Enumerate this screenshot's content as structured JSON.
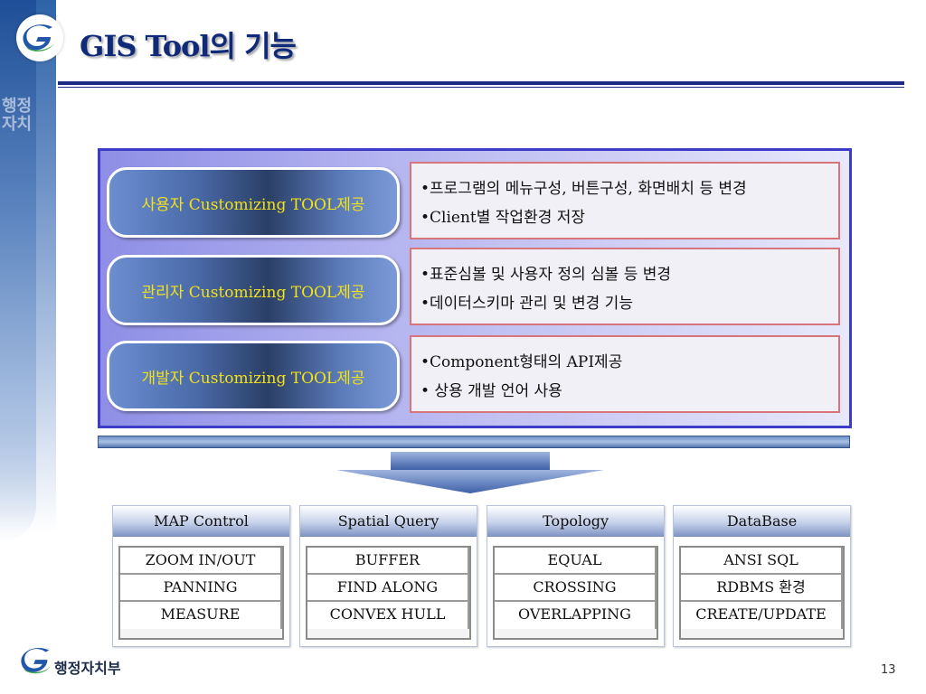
{
  "title": "GIS Tool의 기능",
  "left_watermark": "행정자치",
  "pills": [
    {
      "label": "사용자 Customizing TOOL제공"
    },
    {
      "label": "관리자 Customizing TOOL제공"
    },
    {
      "label": "개발자 Customizing TOOL제공"
    }
  ],
  "descriptions": [
    {
      "line1": "•프로그램의 메뉴구성, 버튼구성, 화면배치 등 변경",
      "line2": "•Client별 작업환경 저장"
    },
    {
      "line1": "•표준심볼 및 사용자 정의 심볼 등 변경",
      "line2": "•데이터스키마 관리 및 변경 기능"
    },
    {
      "line1": "•Component형태의 API제공",
      "line2": "• 상용 개발 언어 사용"
    }
  ],
  "categories": [
    {
      "header": "MAP Control",
      "items": [
        "ZOOM IN/OUT",
        "PANNING",
        "MEASURE"
      ]
    },
    {
      "header": "Spatial Query",
      "items": [
        "BUFFER",
        "FIND ALONG",
        "CONVEX HULL"
      ]
    },
    {
      "header": "Topology",
      "items": [
        "EQUAL",
        "CROSSING",
        "OVERLAPPING"
      ]
    },
    {
      "header": "DataBase",
      "items": [
        "ANSI SQL",
        "RDBMS 환경",
        "CREATE/UPDATE"
      ]
    }
  ],
  "footer": {
    "org_name": "행정자치부",
    "page_number": "13"
  },
  "colors": {
    "title": "#102a7a",
    "pill_text": "#f2e21a",
    "panel_border": "#3c3cc8",
    "desc_border": "#d8747c"
  },
  "icons": {
    "logo": "government-logo-icon",
    "arrow": "down-arrow-icon"
  }
}
